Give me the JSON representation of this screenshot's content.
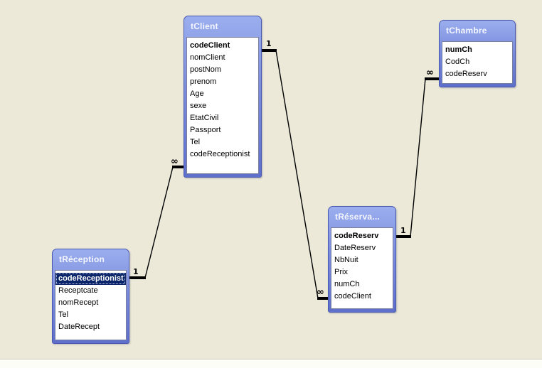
{
  "canvas": {
    "background": "#ECE9D8"
  },
  "colors": {
    "title_gradient_top": "#9BAEEE",
    "title_gradient_bottom": "#5E6FCC",
    "table_border": "#4A59B0",
    "selected_row_background": "#0A246A",
    "selected_row_text": "#FFFFFF",
    "relationship_line": "#000000"
  },
  "tables": [
    {
      "title": "tClient",
      "fields": [
        {
          "name": "codeClient",
          "primary": true
        },
        {
          "name": "nomClient"
        },
        {
          "name": "postNom"
        },
        {
          "name": "prenom"
        },
        {
          "name": "Age"
        },
        {
          "name": "sexe"
        },
        {
          "name": "EtatCivil"
        },
        {
          "name": "Passport"
        },
        {
          "name": "Tel"
        },
        {
          "name": "codeReceptionist"
        }
      ]
    },
    {
      "title": "tChambre",
      "fields": [
        {
          "name": "numCh",
          "primary": true
        },
        {
          "name": "CodCh"
        },
        {
          "name": "codeReserv"
        }
      ]
    },
    {
      "title": "tRéception",
      "fields": [
        {
          "name": "codeReceptionist",
          "primary": true,
          "selected": true
        },
        {
          "name": "Receptcate"
        },
        {
          "name": "nomRecept"
        },
        {
          "name": "Tel"
        },
        {
          "name": "DateRecept"
        }
      ]
    },
    {
      "title": "tRéserva...",
      "fields": [
        {
          "name": "codeReserv",
          "primary": true
        },
        {
          "name": "DateReserv"
        },
        {
          "name": "NbNuit"
        },
        {
          "name": "Prix"
        },
        {
          "name": "numCh"
        },
        {
          "name": "codeClient"
        }
      ]
    }
  ],
  "relationships": [
    {
      "from_table": "tRéception",
      "to_table": "tClient",
      "one_label": "1",
      "many_label": "∞"
    },
    {
      "from_table": "tClient",
      "to_table": "tRéserva...",
      "one_label": "1",
      "many_label": "∞"
    },
    {
      "from_table": "tRéserva...",
      "to_table": "tChambre",
      "one_label": "1",
      "many_label": "∞"
    }
  ]
}
